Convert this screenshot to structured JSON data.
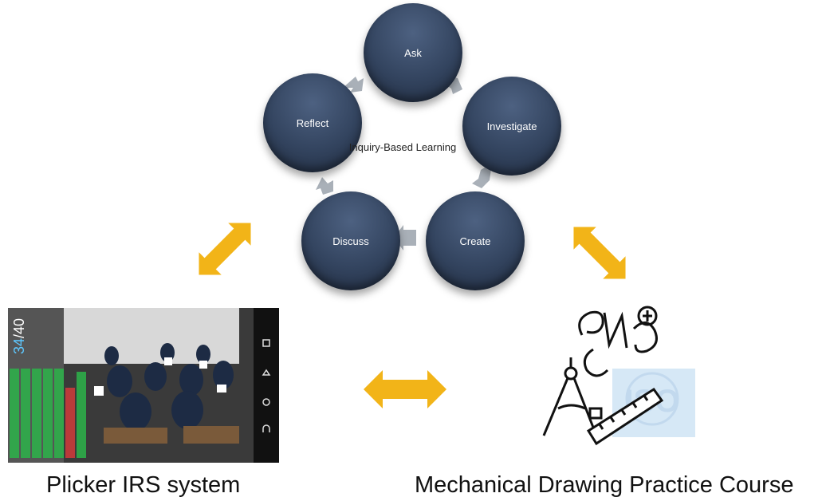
{
  "cycle": {
    "center_label": "Inquiry-Based Learning",
    "nodes": [
      {
        "id": "ask",
        "label": "Ask"
      },
      {
        "id": "investigate",
        "label": "Investigate"
      },
      {
        "id": "create",
        "label": "Create"
      },
      {
        "id": "discuss",
        "label": "Discuss"
      },
      {
        "id": "reflect",
        "label": "Reflect"
      }
    ]
  },
  "photo": {
    "counter_current": "34",
    "counter_total": "/40"
  },
  "captions": {
    "left": "Plicker IRS system",
    "right": "Mechanical Drawing Practice Course"
  },
  "logo": {
    "iso_text": "ISO"
  },
  "colors": {
    "node_fill": "#33445f",
    "arrow_gray": "#a9b0b8",
    "arrow_gold": "#f2b418"
  },
  "icons": [
    "double-arrow-icon",
    "cycle-arrow-icon",
    "drafting-compass-icon",
    "ruler-icon",
    "cns-logo-icon",
    "iso-logo-icon"
  ]
}
